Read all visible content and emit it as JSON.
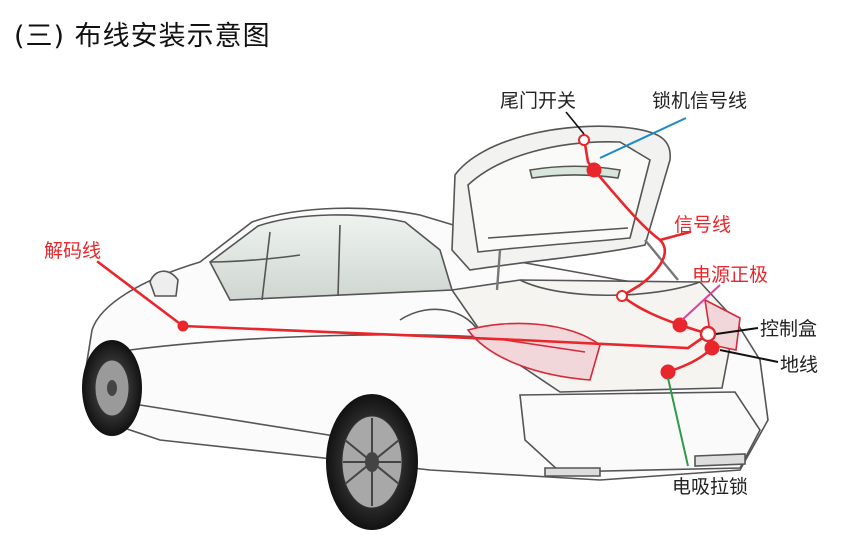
{
  "title": "(三)  布线安装示意图",
  "labels": {
    "tail_switch": "尾门开关",
    "lock_signal_wire": "锁机信号线",
    "signal_wire": "信号线",
    "decode_wire": "解码线",
    "power_positive": "电源正极",
    "control_box": "控制盒",
    "ground_wire": "地线",
    "electric_suction_lock": "电吸拉锁"
  },
  "colors": {
    "wire": "#e8262b",
    "lock_signal_line": "#1e88c8",
    "power_line": "#e0409a",
    "ground_line": "#111111",
    "suction_line": "#2e9a4a",
    "tail_light": "#d6293a"
  }
}
